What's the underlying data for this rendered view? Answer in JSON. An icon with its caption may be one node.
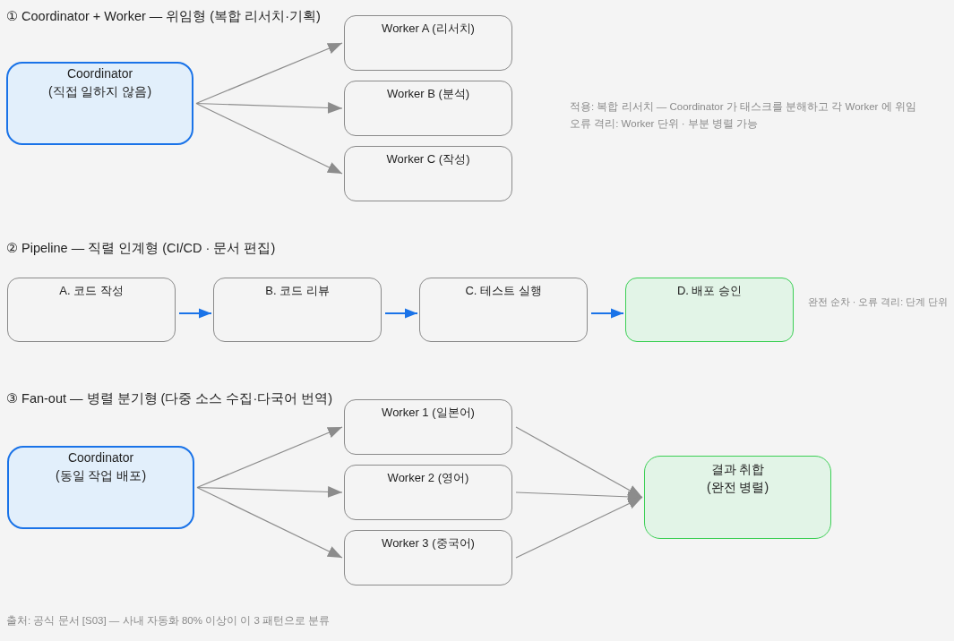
{
  "diagram": {
    "nodes": [
      {
        "text": [
          "Coordinator",
          "(직접 일하지 않음)"
        ]
      },
      {
        "text": [
          "Worker A (리서치)"
        ]
      },
      {
        "text": [
          "Worker B (분석)"
        ]
      },
      {
        "text": [
          "Worker C (작성)"
        ]
      },
      {
        "text": [
          "A. 코드 작성"
        ]
      },
      {
        "text": [
          "B. 코드 리뷰"
        ]
      },
      {
        "text": [
          "C. 테스트 실행"
        ]
      },
      {
        "text": [
          "D. 배포 승인"
        ]
      },
      {
        "text": [
          "Coordinator",
          "(동일 작업 배포)"
        ]
      },
      {
        "text": [
          "Worker 1 (일본어)"
        ]
      },
      {
        "text": [
          "Worker 2 (영어)"
        ]
      },
      {
        "text": [
          "Worker 3 (중국어)"
        ]
      },
      {
        "text": [
          "결과 취합",
          "(완전 병렬)"
        ]
      }
    ],
    "edges": [
      {
        "from": 0,
        "to": 1,
        "arrow": "to"
      },
      {
        "from": 0,
        "to": 2,
        "arrow": "to"
      },
      {
        "from": 0,
        "to": 3,
        "arrow": "to"
      },
      {
        "from": 4,
        "to": 5,
        "arrow": "to",
        "color": "#1a73e8"
      },
      {
        "from": 5,
        "to": 6,
        "arrow": "to",
        "color": "#1a73e8"
      },
      {
        "from": 6,
        "to": 7,
        "arrow": "to",
        "color": "#1a73e8"
      },
      {
        "from": 8,
        "to": 9,
        "arrow": "to"
      },
      {
        "from": 8,
        "to": 10,
        "arrow": "to"
      },
      {
        "from": 8,
        "to": 11,
        "arrow": "to"
      },
      {
        "from": 9,
        "to": 12,
        "arrow": "to"
      },
      {
        "from": 10,
        "to": 12,
        "arrow": "to"
      },
      {
        "from": 11,
        "to": 12,
        "arrow": "to"
      }
    ],
    "labels": [
      "① Coordinator + Worker — 위임형 (복합 리서치·기획)",
      "적용: 복합 리서치 — Coordinator 가 태스크를 분해하고 각 Worker 에 위임",
      "오류 격리: Worker 단위 · 부분 병렬 가능",
      "② Pipeline — 직렬 인계형 (CI/CD · 문서 편집)",
      "완전 순차 · 오류 격리: 단계 단위",
      "③ Fan-out — 병렬 분기형 (다중 소스 수집·다국어 번역)",
      "출처: 공식 문서 [S03] — 사내 자동화 80% 이상이 이 3 패턴으로 분류"
    ]
  }
}
